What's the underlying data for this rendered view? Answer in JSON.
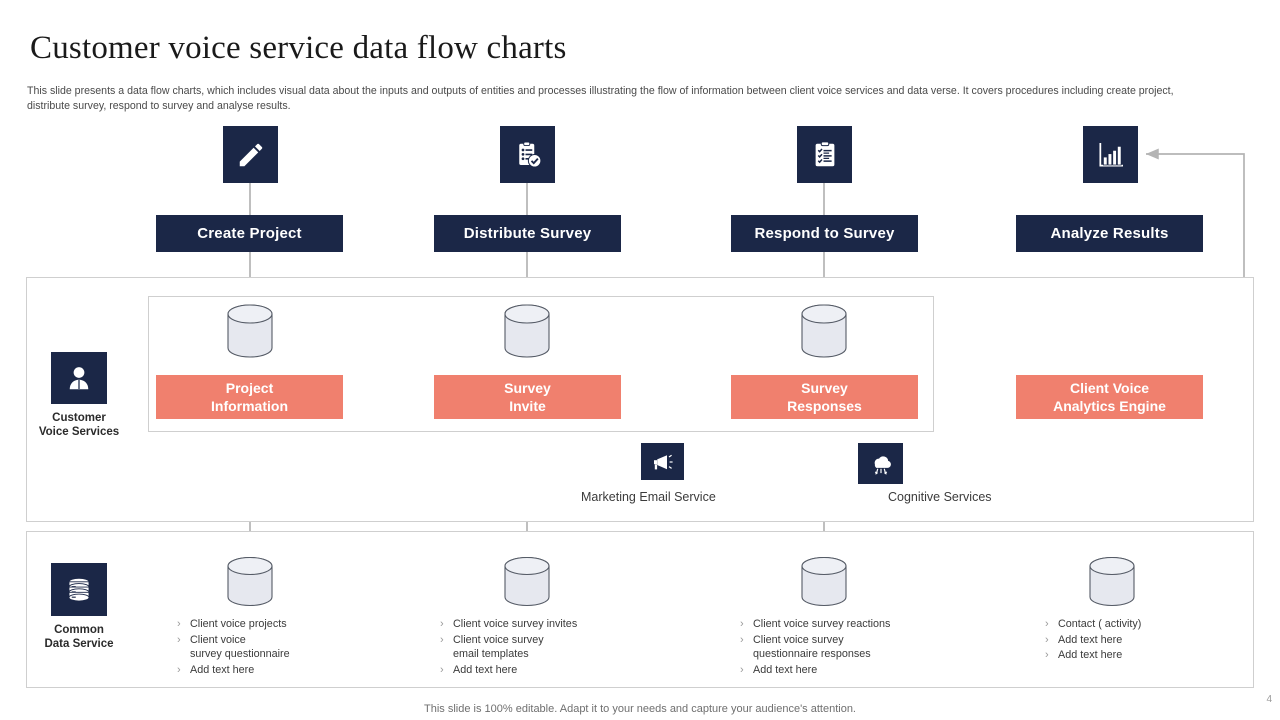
{
  "header": {
    "title": "Customer voice service data flow charts",
    "subtitle": "This slide presents a data flow charts, which includes visual data about the inputs and outputs of entities and processes illustrating the flow of information between client voice services and data verse. It covers procedures including create project, distribute survey, respond to survey and analyse results."
  },
  "process_steps": [
    {
      "label": "Create Project",
      "icon": "pencil-icon"
    },
    {
      "label": "Distribute Survey",
      "icon": "clipboard-check-icon"
    },
    {
      "label": "Respond to Survey",
      "icon": "checklist-icon"
    },
    {
      "label": "Analyze Results",
      "icon": "bar-chart-icon"
    }
  ],
  "customer_voice_services": {
    "label_line1": "Customer",
    "label_line2": "Voice Services",
    "icon": "headset-agent-icon",
    "entities": [
      {
        "label_line1": "Project",
        "label_line2": "Information"
      },
      {
        "label_line1": "Survey",
        "label_line2": "Invite"
      },
      {
        "label_line1": "Survey",
        "label_line2": "Responses"
      },
      {
        "label_line1": "Client Voice",
        "label_line2": "Analytics Engine"
      }
    ]
  },
  "external_services": [
    {
      "label": "Marketing Email Service",
      "icon": "megaphone-icon"
    },
    {
      "label": "Cognitive Services",
      "icon": "cloud-ai-icon"
    }
  ],
  "common_data_service": {
    "label_line1": "Common",
    "label_line2": "Data Service",
    "icon": "database-stack-icon",
    "stores": [
      {
        "items": [
          "Client voice projects",
          "Client voice\nsurvey questionnaire",
          "Add text here"
        ]
      },
      {
        "items": [
          "Client voice survey invites",
          "Client voice survey\nemail templates",
          "Add text here"
        ]
      },
      {
        "items": [
          "Client voice survey reactions",
          "Client voice survey\nquestionnaire responses",
          "Add text here"
        ]
      },
      {
        "items": [
          "Contact ( activity)",
          "Add text here",
          "Add text here"
        ]
      }
    ]
  },
  "bullet_glyph": "›",
  "footer": {
    "note": "This slide is 100% editable. Adapt it to your needs and capture your audience's attention.",
    "page_number": "4"
  },
  "colors": {
    "navy": "#1b2747",
    "salmon": "#f0806e",
    "wire": "#b4b4b4",
    "panel_border": "#cfcfcf"
  }
}
